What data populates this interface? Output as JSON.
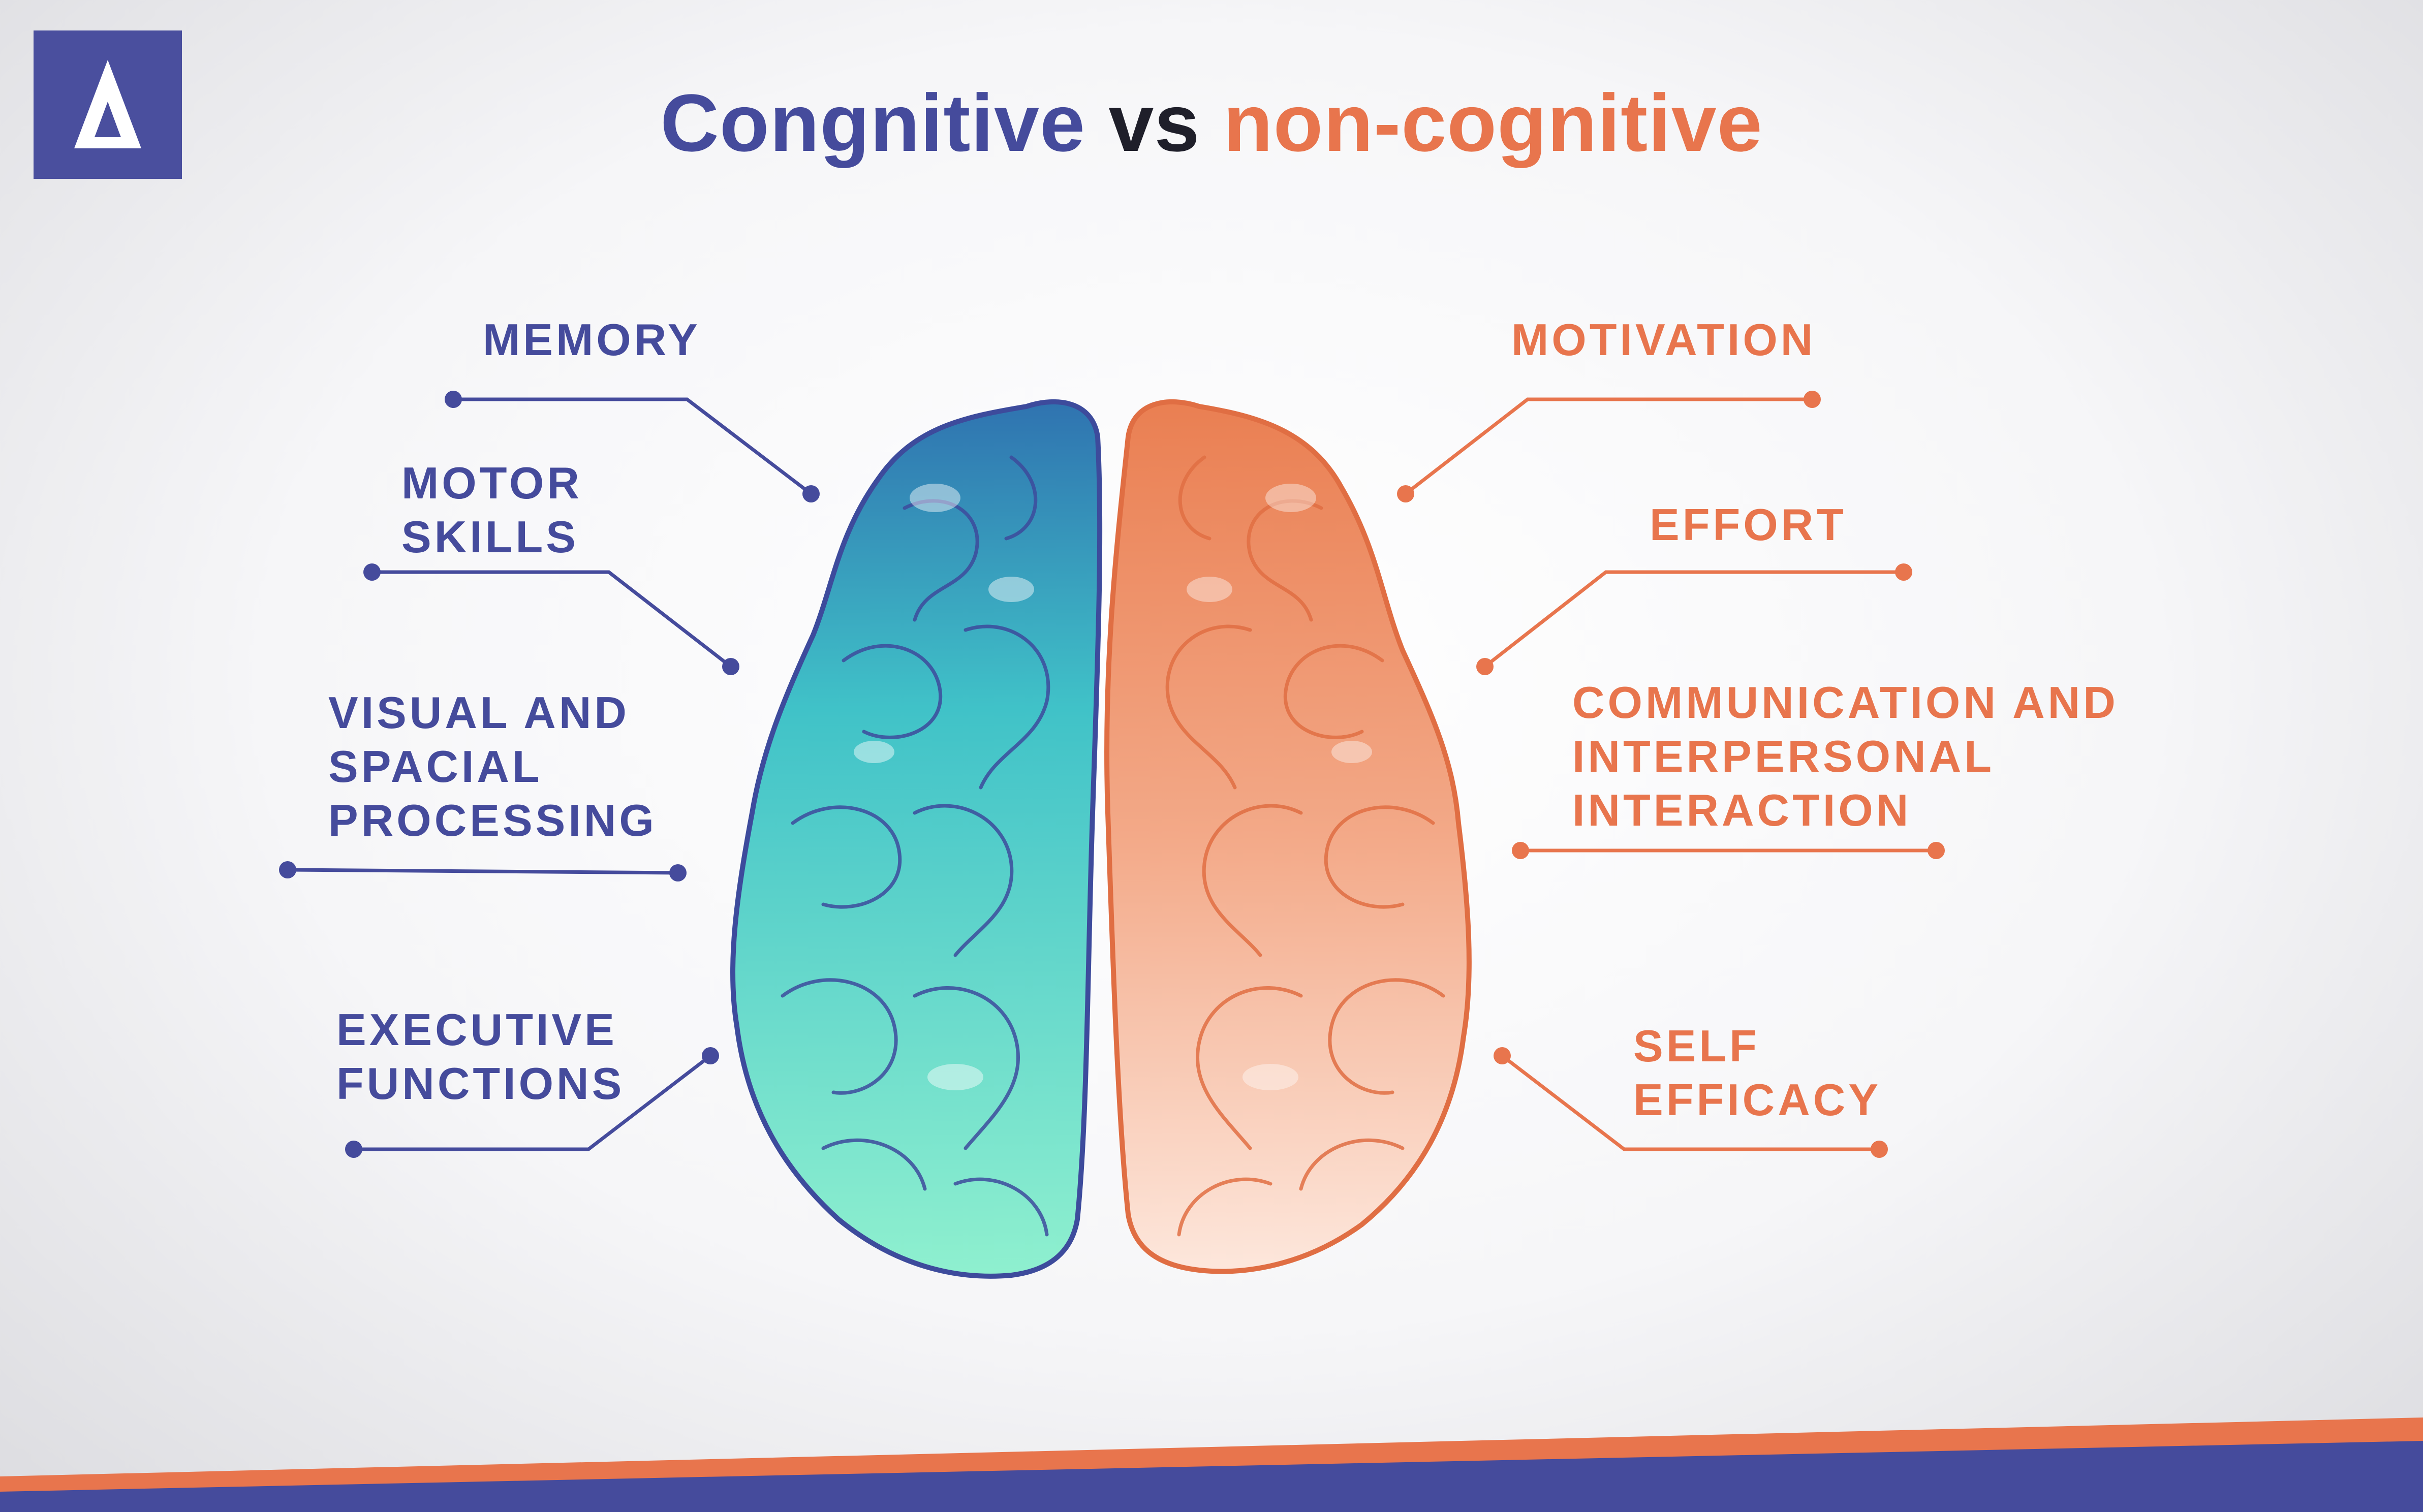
{
  "logo": {
    "letter": "Λ",
    "background": "#4a4f9e"
  },
  "title": {
    "part1": "Congnitive",
    "part2": "vs",
    "part3": "non-cognitive"
  },
  "colors": {
    "cognitive": "#454b9c",
    "noncognitive": "#e8754d"
  },
  "cognitive": [
    {
      "lines": [
        "MEMORY"
      ]
    },
    {
      "lines": [
        "MOTOR",
        "SKILLS"
      ]
    },
    {
      "lines": [
        "VISUAL AND",
        "SPACIAL",
        "PROCESSING"
      ]
    },
    {
      "lines": [
        "EXECUTIVE",
        "FUNCTIONS"
      ]
    }
  ],
  "noncognitive": [
    {
      "lines": [
        "MOTIVATION"
      ]
    },
    {
      "lines": [
        "EFFORT"
      ]
    },
    {
      "lines": [
        "COMMUNICATION AND",
        "INTERPERSONAL",
        "INTERACTION"
      ]
    },
    {
      "lines": [
        "SELF",
        "EFFICACY"
      ]
    }
  ]
}
